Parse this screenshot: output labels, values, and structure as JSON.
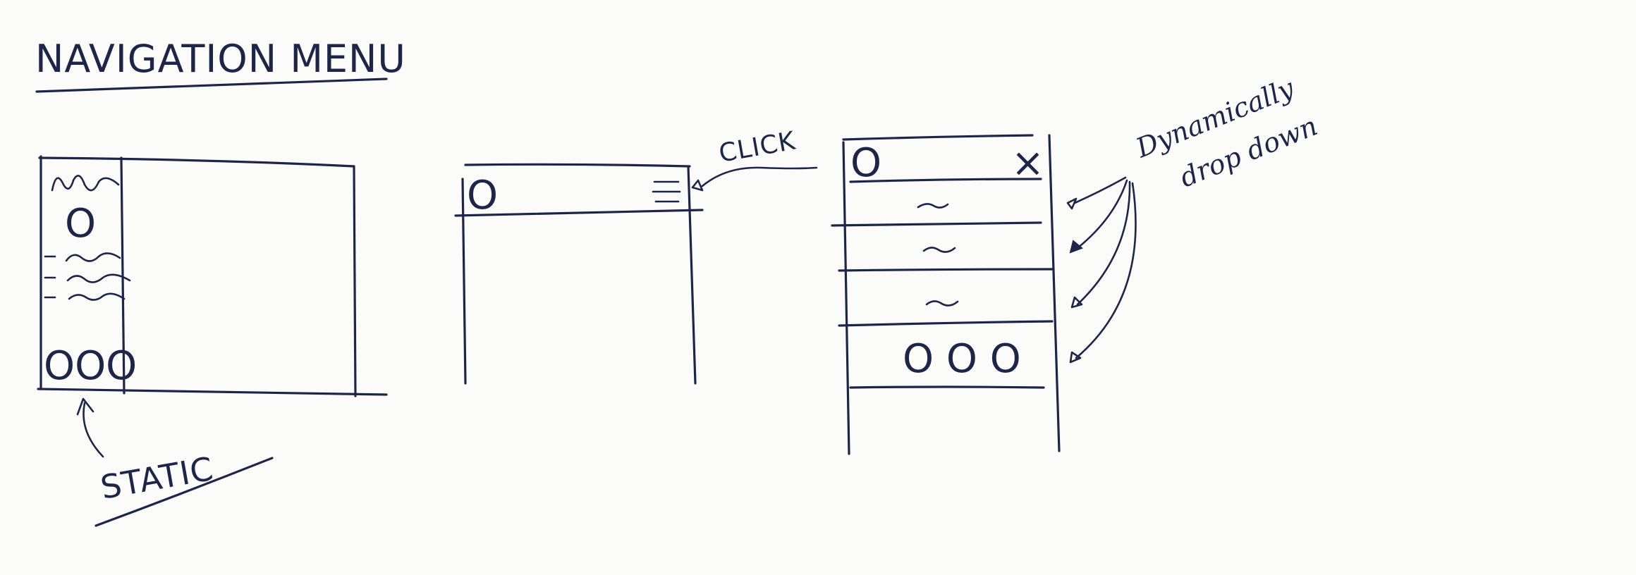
{
  "title": "NAVIGATION MENU",
  "static_label": "STATIC",
  "click_label": "CLICK",
  "dynamic_label_line1": "Dynamically",
  "dynamic_label_line2": "drop down",
  "sidebar_logo": "O",
  "sidebar_footer": "OOO",
  "mobile_logo": "O",
  "dropdown_logo": "O",
  "dropdown_close": "×",
  "dropdown_footer": "O O O",
  "hamburger_icon": "≡",
  "ink_color": "#1d2548"
}
